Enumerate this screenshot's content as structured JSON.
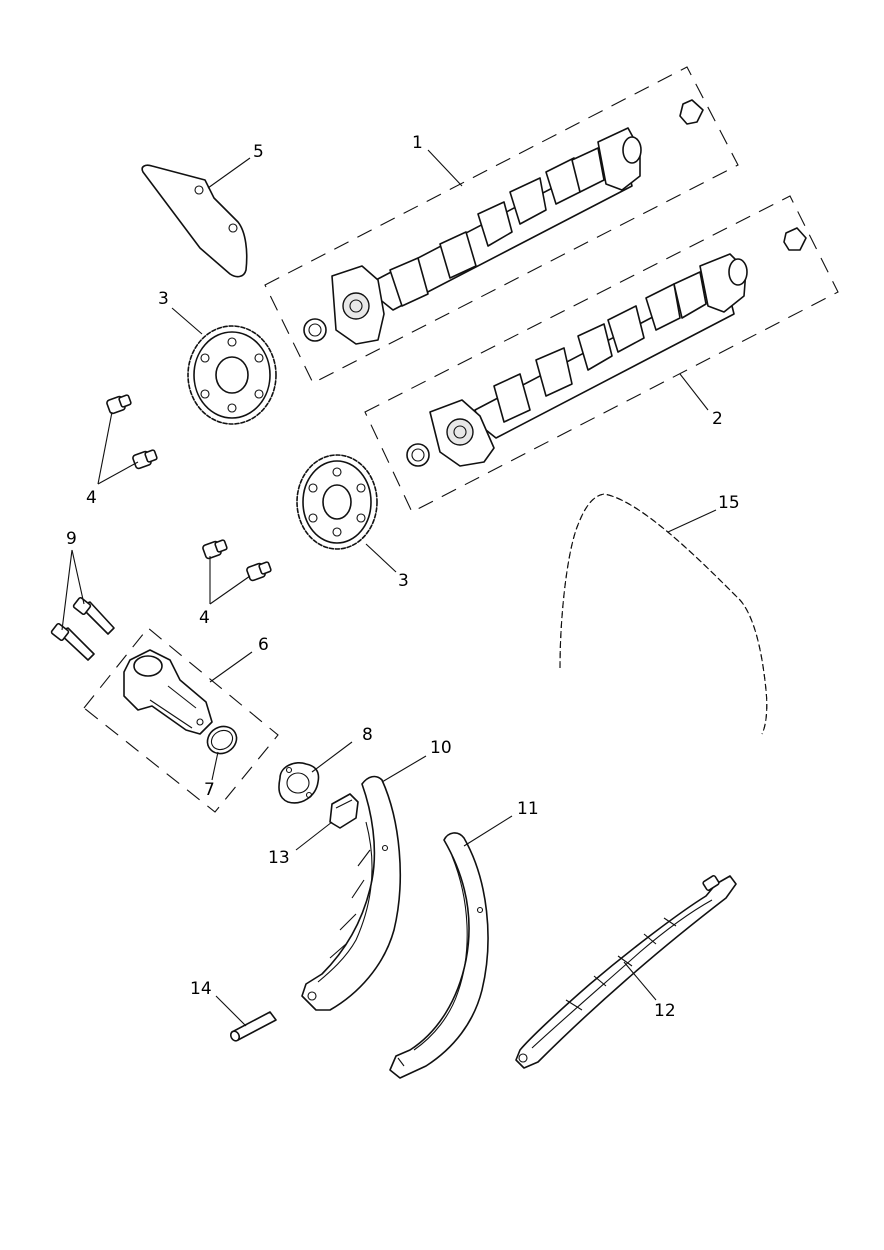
{
  "callouts": [
    {
      "id": "1",
      "text": "1"
    },
    {
      "id": "2",
      "text": "2"
    },
    {
      "id": "3a",
      "text": "3"
    },
    {
      "id": "3b",
      "text": "3"
    },
    {
      "id": "4a",
      "text": "4"
    },
    {
      "id": "4b",
      "text": "4"
    },
    {
      "id": "5",
      "text": "5"
    },
    {
      "id": "6",
      "text": "6"
    },
    {
      "id": "7",
      "text": "7"
    },
    {
      "id": "8",
      "text": "8"
    },
    {
      "id": "9",
      "text": "9"
    },
    {
      "id": "10",
      "text": "10"
    },
    {
      "id": "11",
      "text": "11"
    },
    {
      "id": "12",
      "text": "12"
    },
    {
      "id": "13",
      "text": "13"
    },
    {
      "id": "14",
      "text": "14"
    },
    {
      "id": "15",
      "text": "15"
    }
  ]
}
